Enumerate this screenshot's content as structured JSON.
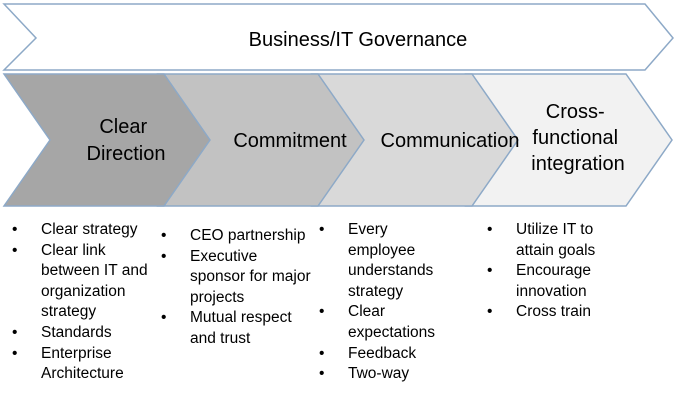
{
  "colors": {
    "outline": "#8da9c7",
    "governance_fill": "#ffffff",
    "stage_fills": [
      "#a6a6a6",
      "#c2c2c2",
      "#d9d9d9",
      "#f2f2f2"
    ]
  },
  "governance": {
    "title": "Business/IT Governance"
  },
  "stages": [
    {
      "title_lines": [
        "Clear",
        "Direction"
      ],
      "bullets": [
        "Clear strategy",
        "Clear link between IT and organization strategy",
        "Standards",
        "Enterprise Architecture"
      ]
    },
    {
      "title_lines": [
        "Commitment"
      ],
      "bullets": [
        "CEO partnership",
        "Executive sponsor for major projects",
        "Mutual respect and trust"
      ]
    },
    {
      "title_lines": [
        "Communication"
      ],
      "bullets": [
        "Every employee understands strategy",
        "Clear expectations",
        "Feedback",
        "Two-way"
      ]
    },
    {
      "title_lines": [
        "Cross-",
        "functional",
        "integration"
      ],
      "bullets": [
        "Utilize IT to attain goals",
        "Encourage innovation",
        "Cross train"
      ]
    }
  ]
}
